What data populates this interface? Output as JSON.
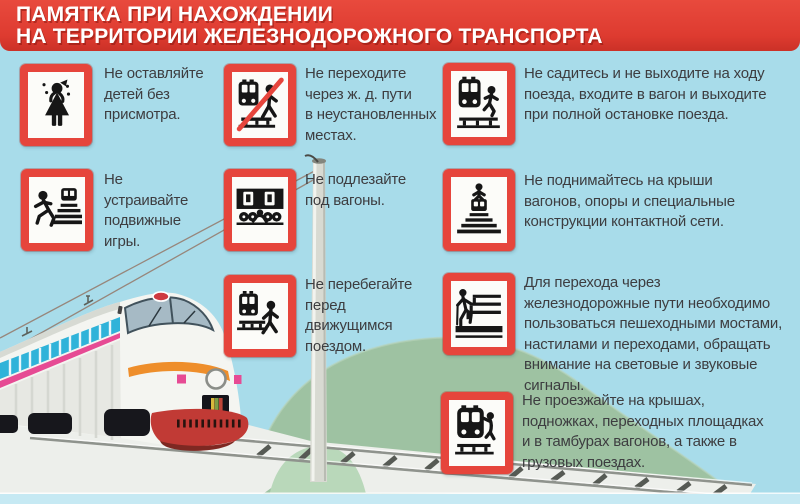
{
  "poster": {
    "title_line1": "ПАМЯТКА ПРИ НАХОЖДЕНИИ",
    "title_line2": "НА ТЕРРИТОРИИ ЖЕЛЕЗНОДОРОЖНОГО ТРАНСПОРТА"
  },
  "colors": {
    "banner_red": "#de3b30",
    "sign_red": "#e6453c",
    "sky_blue": "#a8dcea",
    "hill_green": "#9ec2a2",
    "mound_green": "#b9d8ba",
    "bottom_strip_blue": "#c6e9f3",
    "text_gray": "#3d3d40",
    "pictogram_black": "#161616"
  },
  "rules": [
    {
      "icon": "crying-child-icon",
      "text": "Не оставляйте\nдетей без\nприсмотра."
    },
    {
      "icon": "running-games-icon",
      "text": "Не\nустраивайте\nподвижные\nигры."
    },
    {
      "icon": "no-crossing-icon",
      "text": "Не переходите\nчерез ж. д. пути\nв неустановленных\nместах."
    },
    {
      "icon": "crawl-under-wagon-icon",
      "text": "Не подлезайте\nпод вагоны."
    },
    {
      "icon": "run-before-train-icon",
      "text": "Не перебегайте\nперед\nдвижущимся\nпоездом."
    },
    {
      "icon": "jump-off-train-icon",
      "text": "Не садитесь и не выходите на ходу\nпоезда, входите в вагон и выходите\nпри полной остановке поезда."
    },
    {
      "icon": "climb-roof-icon",
      "text": "Не поднимайтесь на крыши\nвагонов, опоры и специальные\nконструкции контактной сети."
    },
    {
      "icon": "footbridge-icon",
      "text": "Для перехода через\nжелезнодорожные пути необходимо\nпользоваться пешеходными мостами,\nнастилами и переходами, обращать\nвнимание на световые и звуковые\nсигналы."
    },
    {
      "icon": "ride-outside-icon",
      "text": "Не проезжайте на крышах,\nподножках, переходных площадках\nи в тамбурах вагонов, а также в\nгрузовых поездах."
    }
  ]
}
